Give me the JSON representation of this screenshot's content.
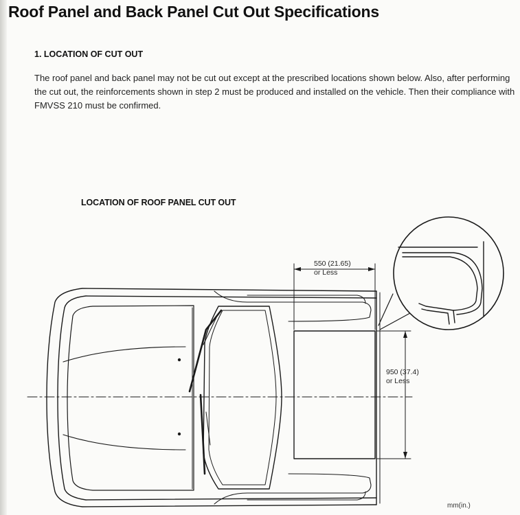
{
  "document": {
    "title": "Roof Panel and Back Panel Cut Out Specifications",
    "section_heading": "1. LOCATION OF CUT OUT",
    "body_text": "The roof panel and back panel may not be cut out except at the prescribed locations shown below. Also, after performing the cut out, the reinforcements shown in step 2 must be produced and installed on the vehicle. Then their compliance with FMVSS 210 must be confirmed."
  },
  "figure": {
    "title": "LOCATION OF ROOF PANEL CUT OUT",
    "dim_length": {
      "value": "550 (21.65)",
      "qualifier": "or Less"
    },
    "dim_width": {
      "value": "950 (37.4)",
      "qualifier": "or Less"
    },
    "units": "mm(in.)",
    "detail_view": "magnified roof edge cross-section",
    "view": "top view of vehicle"
  }
}
